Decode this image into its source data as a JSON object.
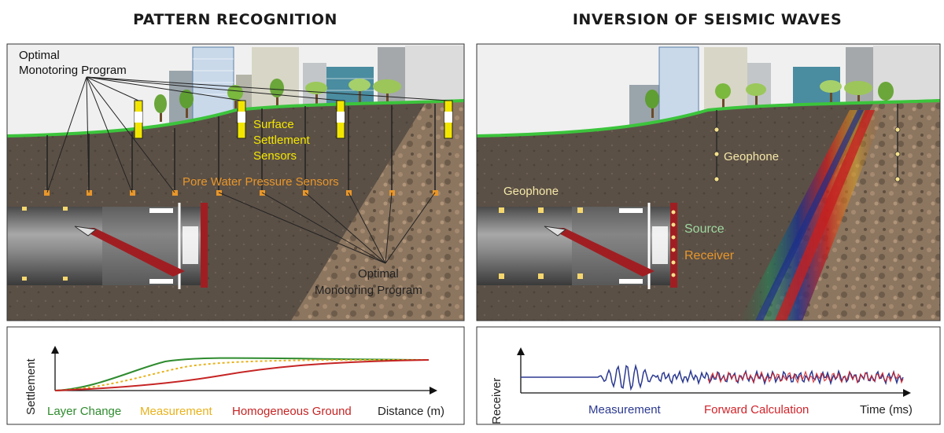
{
  "left_panel": {
    "title": "PATTERN RECOGNITION",
    "labels": {
      "optimal_top": [
        "Optimal",
        "Monotoring Program"
      ],
      "surface_sensors": [
        "Surface",
        "Settlement",
        "Sensors"
      ],
      "pore_water": "Pore Water Pressure Sensors",
      "optimal_bottom": [
        "Optimal",
        "Monotoring Program"
      ]
    },
    "chart": {
      "ylabel": "Settlement",
      "xlabel": "Distance (m)",
      "legend": [
        {
          "name": "Layer Change",
          "color": "#2e8b2e"
        },
        {
          "name": "Measurement",
          "color": "#e8b21c"
        },
        {
          "name": "Homogeneous Ground",
          "color": "#c62424"
        }
      ]
    }
  },
  "right_panel": {
    "title": "INVERSION OF SEISMIC WAVES",
    "labels": {
      "geophone_right": "Geophone",
      "geophone_left": "Geophone",
      "source": "Source",
      "receiver": "Receiver"
    },
    "chart": {
      "ylabel": "Receiver",
      "xlabel": "Time (ms)",
      "legend": [
        {
          "name": "Measurement",
          "color": "#2b3990"
        },
        {
          "name": "Forward Calculation",
          "color": "#d2232a"
        }
      ]
    }
  },
  "colors": {
    "ground": "#5e5246",
    "rock": "#8a7560",
    "grass": "#3cc43c",
    "sensor_yellow": "#f2e600",
    "pore_orange": "#e8962a",
    "cutter_red": "#a01e22"
  }
}
